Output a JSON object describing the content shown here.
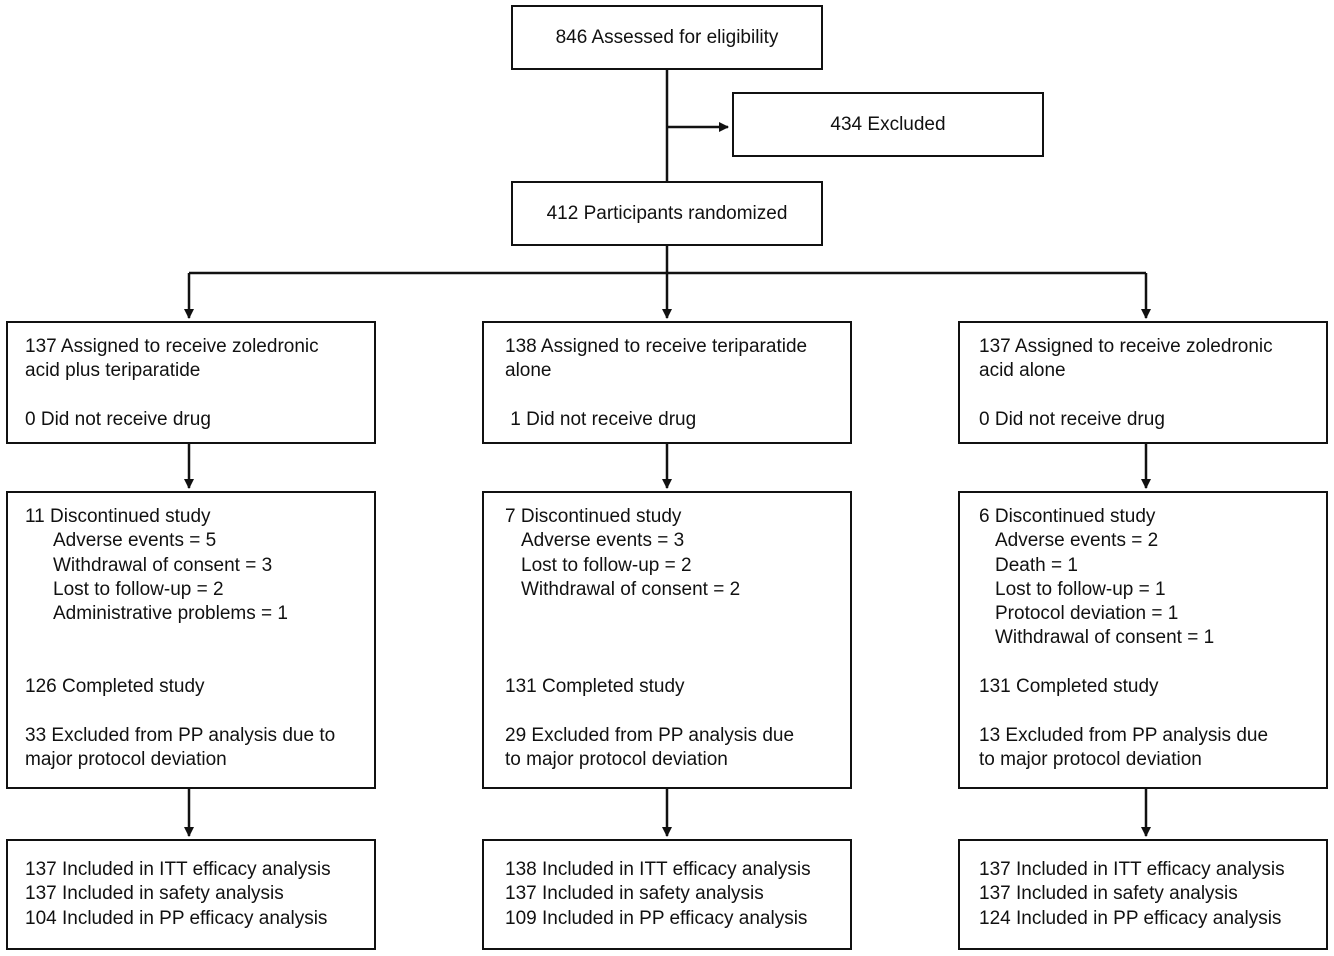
{
  "top": {
    "assessed": "846 Assessed for eligibility",
    "excluded": "434 Excluded",
    "randomized": "412 Participants randomized"
  },
  "arms": [
    {
      "assigned": [
        "137 Assigned to receive zoledronic",
        "acid plus teriparatide"
      ],
      "not_received": "0 Did not receive drug",
      "discontinued": "11 Discontinued study",
      "reasons": [
        "Adverse events = 5",
        "Withdrawal of consent = 3",
        "Lost to follow-up = 2",
        "Administrative problems = 1"
      ],
      "completed": "126 Completed study",
      "pp_excluded": [
        "33 Excluded from PP analysis due to",
        "major protocol deviation"
      ],
      "analysis": [
        "137 Included in ITT efficacy analysis",
        "137 Included in safety analysis",
        "104 Included in PP efficacy analysis"
      ]
    },
    {
      "assigned": [
        "138 Assigned to receive teriparatide",
        "alone"
      ],
      "not_received": " 1 Did not receive drug",
      "discontinued": "7 Discontinued study",
      "reasons": [
        "Adverse events = 3",
        "Lost to follow-up = 2",
        "Withdrawal of consent = 2"
      ],
      "completed": "131 Completed study",
      "pp_excluded": [
        "29 Excluded from PP analysis due",
        "to major protocol deviation"
      ],
      "analysis": [
        "138 Included in ITT efficacy analysis",
        "137 Included in safety analysis",
        "109 Included in PP efficacy analysis"
      ]
    },
    {
      "assigned": [
        "137 Assigned to receive zoledronic",
        "acid alone"
      ],
      "not_received": "0 Did not receive drug",
      "discontinued": "6 Discontinued study",
      "reasons": [
        "Adverse events = 2",
        "Death = 1",
        "Lost to follow-up = 1",
        "Protocol deviation = 1",
        "Withdrawal of consent = 1"
      ],
      "completed": "131 Completed study",
      "pp_excluded": [
        "13 Excluded from PP analysis due",
        "to major protocol deviation"
      ],
      "analysis": [
        "137 Included in ITT efficacy analysis",
        "137 Included in safety analysis",
        "124 Included in PP efficacy analysis"
      ]
    }
  ]
}
